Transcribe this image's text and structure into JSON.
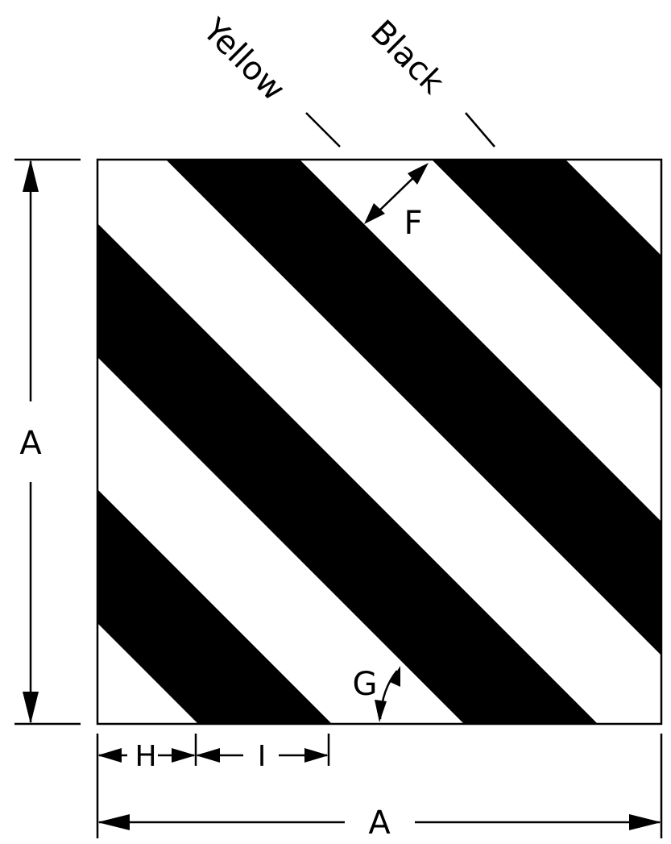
{
  "colors": {
    "stripe": "#000000",
    "background": "#ffffff",
    "line": "#000000"
  },
  "callouts": {
    "yellow": "Yellow",
    "black": "Black"
  },
  "dimensions": {
    "side_vertical": "A",
    "side_horizontal": "A",
    "stripe_gap": "F",
    "angle": "G",
    "offset": "H",
    "stripe_width": "I"
  }
}
